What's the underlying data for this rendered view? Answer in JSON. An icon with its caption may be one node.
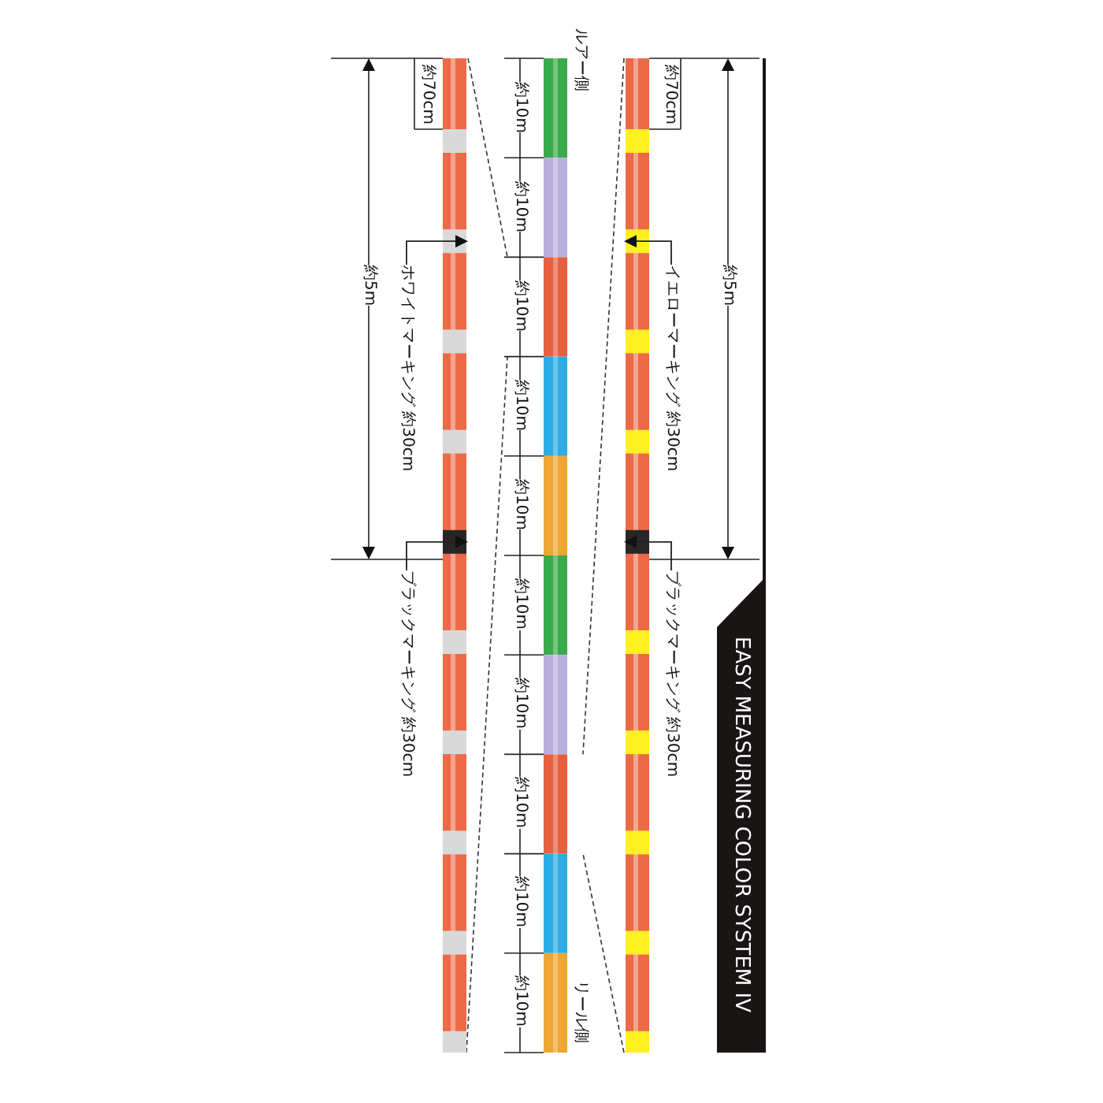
{
  "diagram": {
    "title": "EASY MEASURING COLOR SYSTEM IV",
    "nodes": [
      {
        "text": [
          "ホワイトマーキング 約30cm"
        ]
      },
      {
        "text": [],
        "shape": "bar"
      },
      {
        "text": [
          "ブラックマーキング 約30cm"
        ]
      },
      {
        "text": [],
        "shape": "bar"
      },
      {
        "text": [
          "イエローマーキング 約30cm"
        ]
      },
      {
        "text": [],
        "shape": "bar"
      },
      {
        "text": [
          "ブラックマーキング 約30cm"
        ]
      },
      {
        "text": [],
        "shape": "bar"
      }
    ],
    "edges": [
      {
        "from": 0,
        "to": 1,
        "arrow": "to"
      },
      {
        "from": 2,
        "to": 3,
        "arrow": "to"
      },
      {
        "from": 4,
        "to": 5,
        "arrow": "to"
      },
      {
        "from": 6,
        "to": 7,
        "arrow": "to"
      }
    ],
    "labels": [
      "約70cm",
      "約5m",
      "ルアー側",
      "約10m",
      "約10m",
      "約10m",
      "約10m",
      "約10m",
      "約10m",
      "約10m",
      "約10m",
      "約10m",
      "約10m",
      "リール側",
      "約70cm",
      "約5m"
    ]
  }
}
